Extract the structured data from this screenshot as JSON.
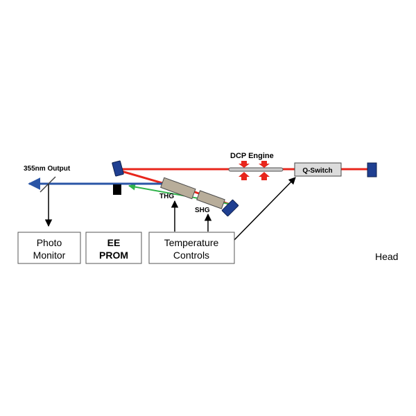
{
  "labels": {
    "output": "355nm Output",
    "engine": "DCP Engine",
    "qswitch": "Q-Switch",
    "thg": "THG",
    "shg": "SHG",
    "head": "Head"
  },
  "boxes": {
    "photo_monitor": [
      "Photo",
      "Monitor"
    ],
    "eeprom": [
      "EE",
      "PROM"
    ],
    "temperature_controls": [
      "Temperature",
      "Controls"
    ]
  },
  "colors": {
    "beam_red": "#e8261c",
    "beam_blue": "#2a55a6",
    "beam_green": "#2fb34a",
    "mirror": "#1f3f91",
    "crystal": "#b8ad9a",
    "engine_arrow": "#e8261c",
    "qswitch_fill": "#dcdcdc"
  }
}
